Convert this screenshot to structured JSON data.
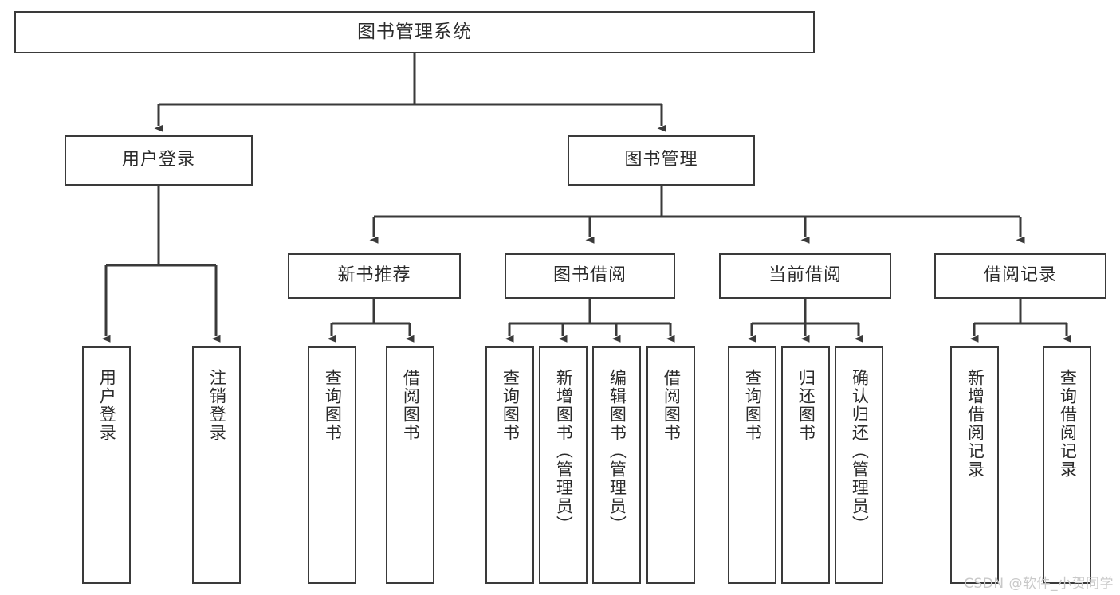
{
  "diagram": {
    "title": "图书管理系统",
    "type": "tree",
    "watermark": "CSDN @软件_小贺同学",
    "colors": {
      "stroke": "#3a3a3a",
      "fill": "#ffffff",
      "text": "#2b2b2b",
      "watermark": "#c9c9c9"
    },
    "nodes": {
      "root": {
        "label": "图书管理系统"
      },
      "level2": [
        {
          "label": "用户登录"
        },
        {
          "label": "图书管理"
        }
      ],
      "level3": [
        {
          "label": "新书推荐"
        },
        {
          "label": "图书借阅"
        },
        {
          "label": "当前借阅"
        },
        {
          "label": "借阅记录"
        }
      ],
      "leaves_user_login": [
        {
          "label": "用户登录"
        },
        {
          "label": "注销登录"
        }
      ],
      "leaves_new_books": [
        {
          "label": "查询图书"
        },
        {
          "label": "借阅图书"
        }
      ],
      "leaves_borrow": [
        {
          "label": "查询图书"
        },
        {
          "label": "新增图书（管理员）"
        },
        {
          "label": "编辑图书（管理员）"
        },
        {
          "label": "借阅图书"
        }
      ],
      "leaves_current": [
        {
          "label": "查询图书"
        },
        {
          "label": "归还图书"
        },
        {
          "label": "确认归还（管理员）"
        }
      ],
      "leaves_records": [
        {
          "label": "新增借阅记录"
        },
        {
          "label": "查询借阅记录"
        }
      ]
    }
  }
}
